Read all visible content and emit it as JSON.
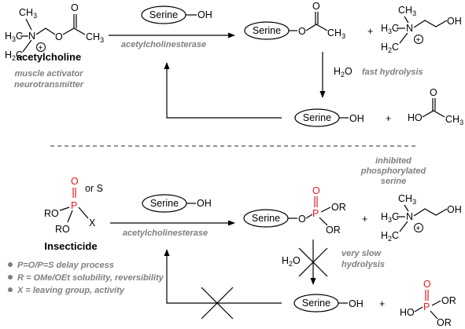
{
  "colors": {
    "phosphorus_oxygen": "#e8191c",
    "annotation": "#7f7f7f",
    "ink": "#000000"
  },
  "top": {
    "substrate_name": "acetylcholine",
    "substrate_roles": [
      "muscle activator",
      "neurotransmitter"
    ],
    "enzyme_label": "acetylcholinesterase",
    "step_water": "H2O",
    "step_note": "fast hydrolysis"
  },
  "bottom": {
    "inhibitor_name": "Insecticide",
    "or_s": "or S",
    "intermediate_note": [
      "inhibited",
      "phosphorylated",
      "serine"
    ],
    "enzyme_label": "acetylcholinesterase",
    "step_water": "H2O",
    "step_note": [
      "very slow",
      "hydrolysis"
    ],
    "bullets": [
      "P=O/P=S delay process",
      "R = OMe/OEt solubility, reversibility",
      "X = leaving group, activity"
    ]
  },
  "labels": {
    "serine": "Serine",
    "oh": "OH",
    "plus": "+",
    "o": "O",
    "p": "P",
    "ro": "RO",
    "or": "OR",
    "x": "X",
    "ho": "HO"
  }
}
